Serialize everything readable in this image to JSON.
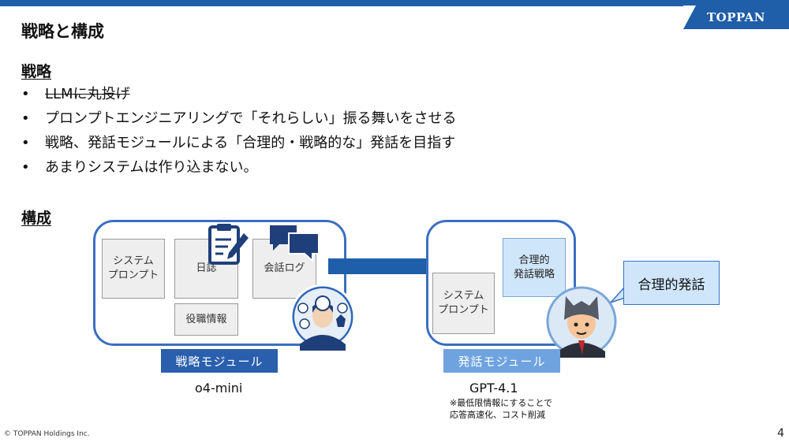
{
  "brand": {
    "logo": "TOPPAN"
  },
  "title": "戦略と構成",
  "strategy": {
    "heading": "戦略",
    "bullets": [
      {
        "text": "LLMに丸投げ",
        "strikethrough": true
      },
      {
        "text": "プロンプトエンジニアリングで「それらしい」振る舞いをさせる",
        "strikethrough": false
      },
      {
        "text": "戦略、発話モジュールによる「合理的・戦略的な」発話を目指す",
        "strikethrough": false
      },
      {
        "text": "あまりシステムは作り込まない。",
        "strikethrough": false
      }
    ]
  },
  "config": {
    "heading": "構成",
    "strategy_module": {
      "label": "戦略モジュール",
      "model": "o4-mini",
      "boxes": {
        "system_prompt": "システム\nプロンプト",
        "diary": "日誌",
        "chat_log": "会話ログ",
        "role_info": "役職情報"
      }
    },
    "speech_module": {
      "label": "発話モジュール",
      "model": "GPT-4.1",
      "note": "※最低限情報にすることで\n応答高速化、コスト削減",
      "boxes": {
        "rational_strategy": "合理的\n発話戦略",
        "system_prompt": "システム\nプロンプト"
      }
    },
    "output": "合理的発話"
  },
  "colors": {
    "primary": "#1f5ea8",
    "panel_border": "#3a6fc0",
    "light_blue": "#cfe6fa",
    "label_blue": "#6fa3e0"
  },
  "footer": {
    "copyright": "© TOPPAN Holdings Inc.",
    "page": "4"
  }
}
